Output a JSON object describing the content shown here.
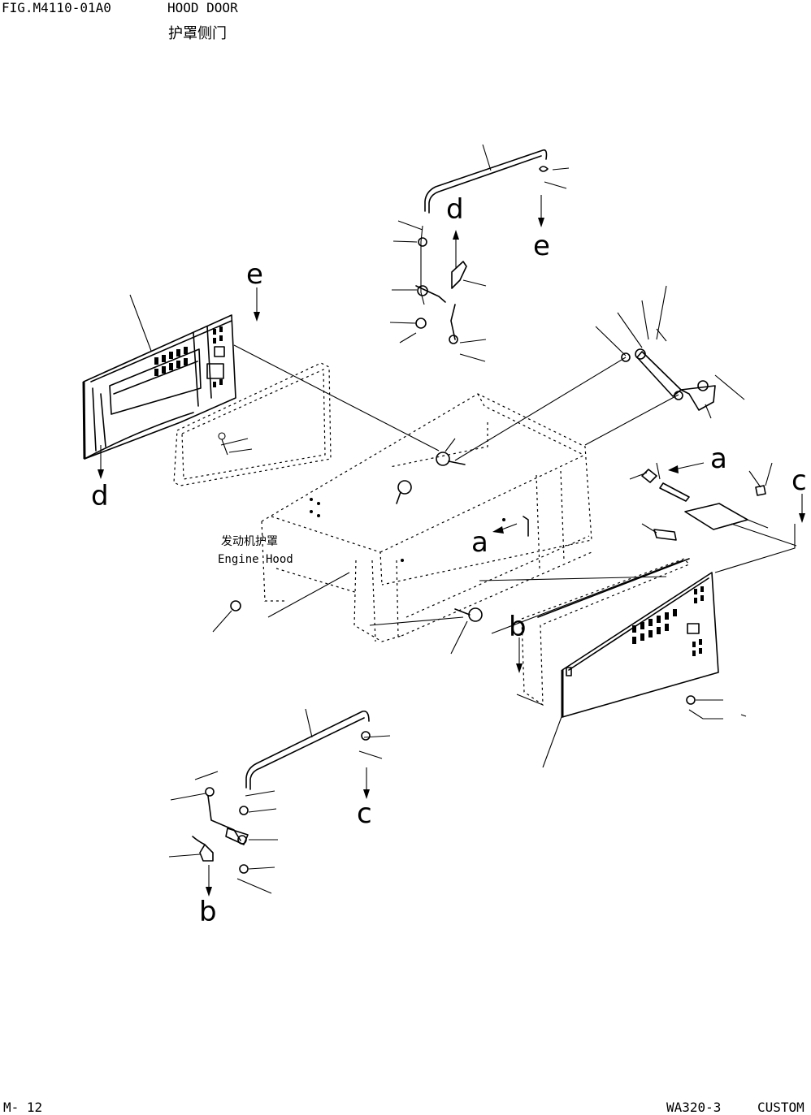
{
  "header": {
    "figure_id": "FIG.M4110-01A0",
    "title_en": "HOOD DOOR",
    "title_cn": "护罩侧门"
  },
  "footer": {
    "page": "M- 12",
    "model": "WA320-3",
    "tag": "CUSTOM"
  },
  "labels": {
    "engine_hood_cn": "发动机护罩",
    "engine_hood_en": "Engine Hood"
  },
  "callouts": {
    "a": "a",
    "b": "b",
    "c": "c",
    "d": "d",
    "e": "e"
  }
}
